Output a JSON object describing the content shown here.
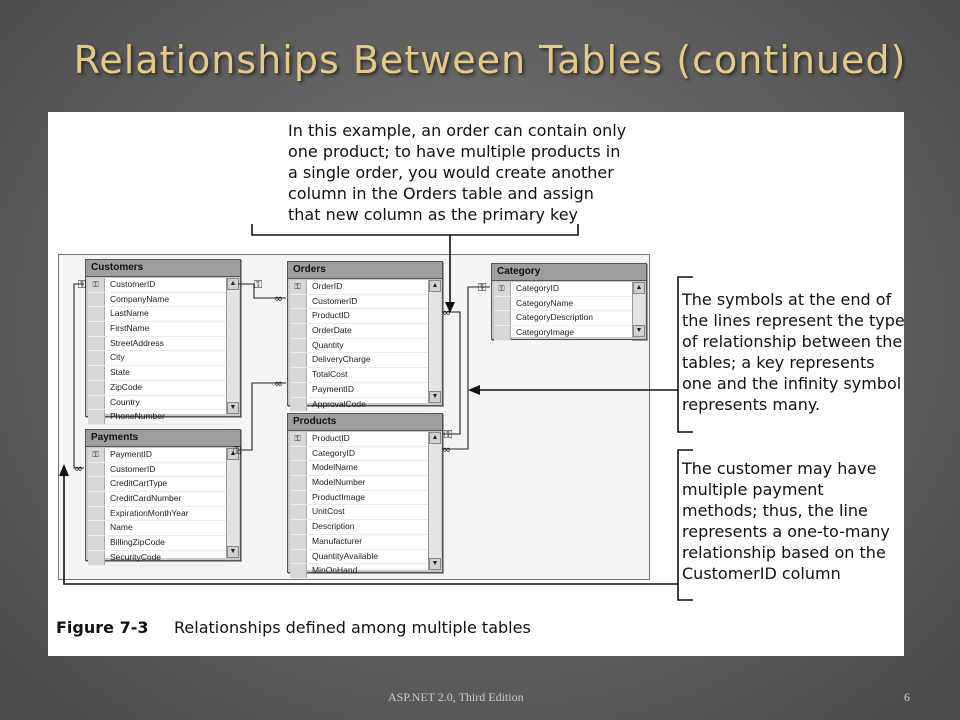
{
  "slide": {
    "title": "Relationships Between Tables (continued)",
    "footer_left": "ASP.NET 2.0, Third Edition",
    "footer_right": "6"
  },
  "figure": {
    "callout_top": "In this example, an order can contain only\none product; to have multiple products in\na single order, you would create another\ncolumn in the Orders table and assign\nthat new column as the primary key",
    "callout_symbols": "The symbols at the end of\nthe lines represent the type\nof relationship between the\ntables; a key represents\none and the infinity symbol\nrepresents many.",
    "callout_customer": "The customer may have\nmultiple payment\nmethods; thus, the line\nrepresents a one-to-many\nrelationship based on the\nCustomerID column",
    "caption_number": "Figure 7-3",
    "caption_text": "Relationships defined among multiple tables"
  },
  "tables": {
    "customers": {
      "title": "Customers",
      "key_row": 0,
      "columns": [
        "CustomerID",
        "CompanyName",
        "LastName",
        "FirstName",
        "StreetAddress",
        "City",
        "State",
        "ZipCode",
        "Country",
        "PhoneNumber"
      ]
    },
    "orders": {
      "title": "Orders",
      "key_row": 0,
      "columns": [
        "OrderID",
        "CustomerID",
        "ProductID",
        "OrderDate",
        "Quantity",
        "DeliveryCharge",
        "TotalCost",
        "PaymentID",
        "ApprovalCode"
      ]
    },
    "category": {
      "title": "Category",
      "key_row": 0,
      "columns": [
        "CategoryID",
        "CategoryName",
        "CategoryDescription",
        "CategoryImage"
      ]
    },
    "payments": {
      "title": "Payments",
      "key_row": 0,
      "columns": [
        "PaymentID",
        "CustomerID",
        "CreditCartType",
        "CreditCardNumber",
        "ExpirationMonthYear",
        "Name",
        "BillingZipCode",
        "SecurityCode"
      ]
    },
    "products": {
      "title": "Products",
      "key_row": 0,
      "columns": [
        "ProductID",
        "CategoryID",
        "ModelName",
        "ModelNumber",
        "ProductImage",
        "UnitCost",
        "Description",
        "Manufacturer",
        "QuantityAvailable",
        "MinOnHand"
      ]
    }
  },
  "icons": {
    "key": "key-icon",
    "scroll_up": "scroll-up-arrow-icon",
    "scroll_down": "scroll-down-arrow-icon",
    "infinity": "infinity-icon"
  },
  "colors": {
    "title": "#e3c98a",
    "table_header": "#9e9e9e",
    "table_frame": "#c8c8c8"
  }
}
